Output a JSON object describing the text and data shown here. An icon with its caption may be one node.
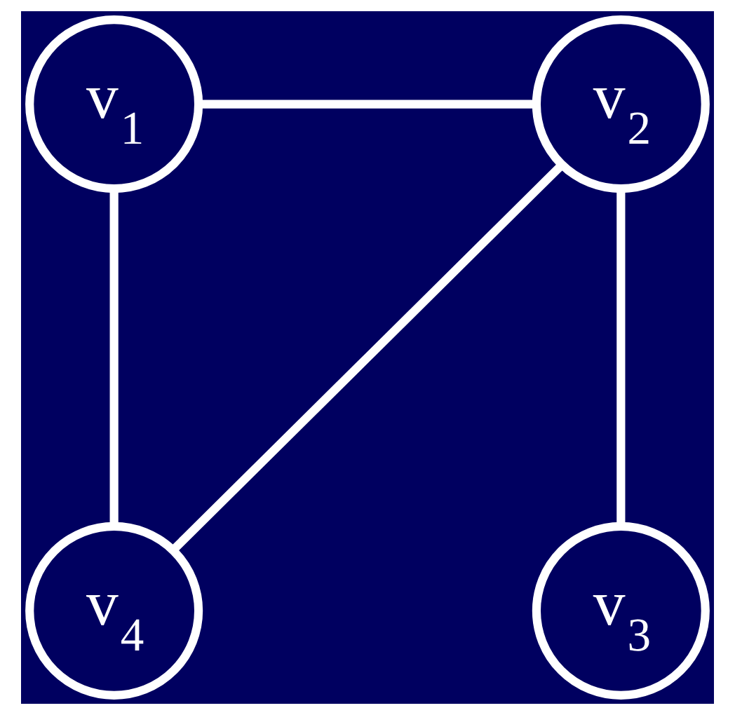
{
  "diagram": {
    "nodes": [
      {
        "text": [
          "v$_{1}$"
        ]
      },
      {
        "text": [
          "v$_{2}$"
        ]
      },
      {
        "text": [
          "v$_{3}$"
        ]
      },
      {
        "text": [
          "v$_{4}$"
        ]
      }
    ],
    "edges": [
      {
        "from": 0,
        "to": 1,
        "arrow": "none"
      },
      {
        "from": 0,
        "to": 3,
        "arrow": "none"
      },
      {
        "from": 1,
        "to": 2,
        "arrow": "none"
      },
      {
        "from": 1,
        "to": 3,
        "arrow": "none"
      }
    ]
  }
}
